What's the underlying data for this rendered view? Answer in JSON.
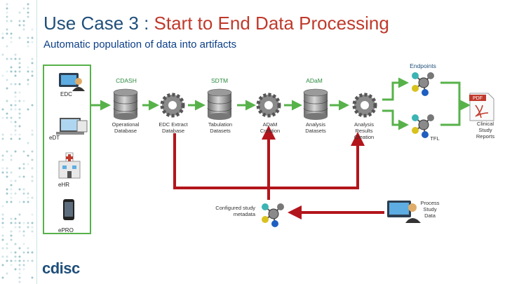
{
  "title_prefix": "Use Case 3 : ",
  "title_accent": "Start to End Data Processing",
  "subtitle": "Automatic population of data into artifacts",
  "headers": {
    "cdash": "CDASH",
    "sdtm": "SDTM",
    "adam": "ADaM",
    "endpoints": "Endpoints"
  },
  "sources": {
    "edc": "EDC",
    "edt": "eDT",
    "ehr": "eHR",
    "epro": "ePRO"
  },
  "labels": {
    "operational_db": "Operational Database",
    "edc_extract": "EDC Extract Database",
    "tabulation": "Tabulation Datasets",
    "adam_creation": "ADaM Creation",
    "analysis_datasets": "Analysis Datasets",
    "analysis_results": "Analysis Results Creation",
    "tfl": "TFL",
    "clinical_reports": "Clinical Study Reports",
    "configured_metadata": "Configured study metadata",
    "process_study_data": "Process Study Data"
  },
  "pdf_badge": "PDF",
  "logo": "cdisc",
  "colors": {
    "title": "#1f4f7a",
    "accent": "#c0392b",
    "subtitle": "#0b3e87",
    "green_arrow": "#57b24a",
    "red_arrow": "#b3151c",
    "header_green": "#2b8a3e"
  }
}
